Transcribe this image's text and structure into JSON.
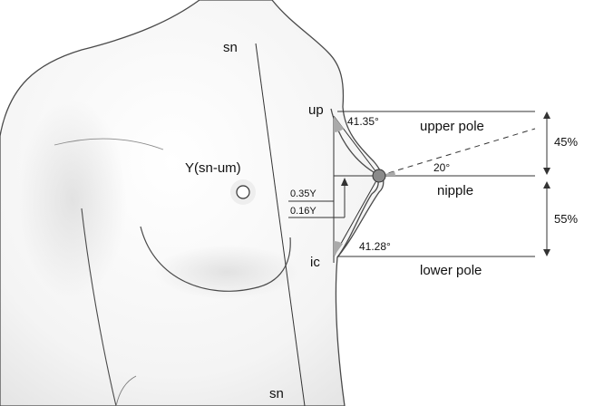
{
  "diagram": {
    "labels": {
      "sn_top": "sn",
      "sn_bottom": "sn",
      "y_measure": "Y(sn-um)",
      "up": "up",
      "ic": "ic",
      "nipple_035": "0.35Y",
      "nipple_016": "0.16Y",
      "upper_angle": "41.35°",
      "lower_angle": "41.28°",
      "nipple_angle": "20°",
      "upper_pole": "upper pole",
      "nipple": "nipple",
      "lower_pole": "lower pole",
      "upper_pct": "45%",
      "lower_pct": "55%"
    }
  }
}
